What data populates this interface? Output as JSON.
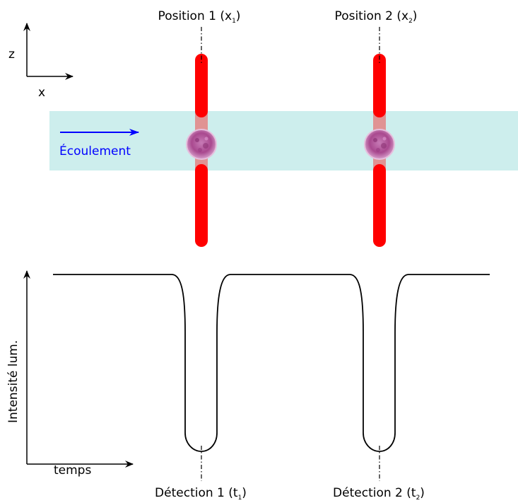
{
  "colors": {
    "channel": "#cdeeed",
    "laser": "#ff0000",
    "flow_arrow": "#0000ff",
    "cell": "#b2559a",
    "signal": "#000000"
  },
  "axes_top": {
    "x_label": "x",
    "z_label": "z"
  },
  "flow": {
    "label": "Écoulement"
  },
  "positions": [
    {
      "label": "Position 1 (x",
      "sub": "1",
      "close": ")"
    },
    {
      "label": "Position 2 (x",
      "sub": "2",
      "close": ")"
    }
  ],
  "plot": {
    "y_label": "Intensité lum.",
    "x_label": "temps"
  },
  "detections": [
    {
      "label": "Détection 1 (t",
      "sub": "1",
      "close": ")"
    },
    {
      "label": "Détection 2 (t",
      "sub": "2",
      "close": ")"
    }
  ]
}
